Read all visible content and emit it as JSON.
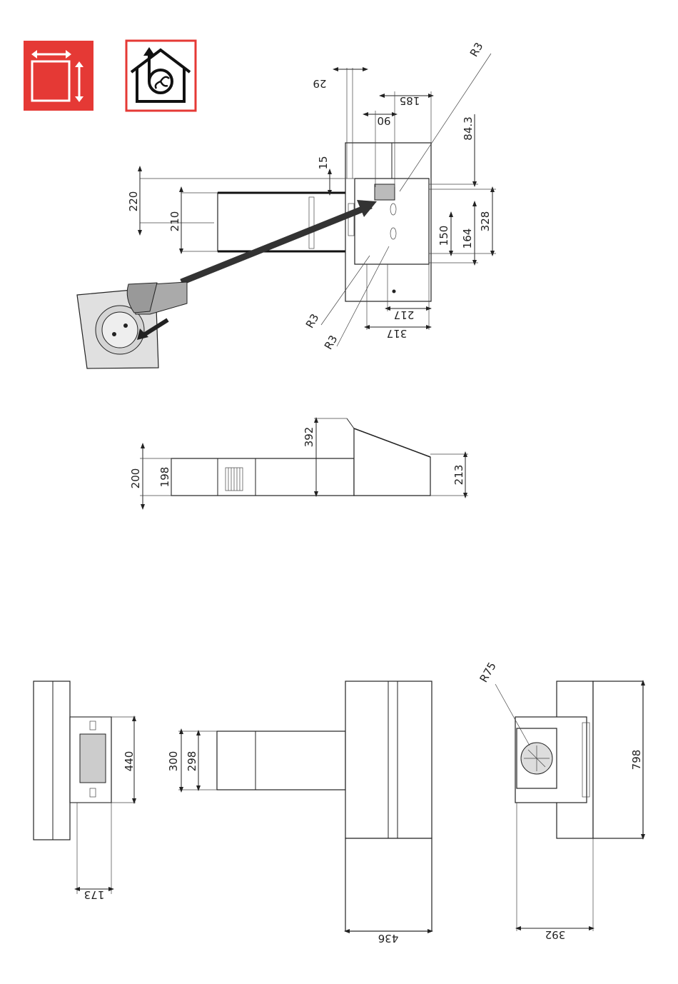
{
  "icons": {
    "dimensions_icon": {
      "name": "dimensions-icon",
      "bg": "#e53935"
    },
    "extraction_icon": {
      "name": "ducted-extraction-house-icon",
      "border": "#e53935"
    }
  },
  "top_view": {
    "d29": "29",
    "d185": "185",
    "d90": "90",
    "d84_3": "84.3",
    "d15": "15",
    "d220": "220",
    "d210": "210",
    "d328": "328",
    "d150": "150",
    "d164": "164",
    "d217": "217",
    "d317": "317",
    "r3_top": "R3",
    "r3_left": "R3",
    "r3_bottom": "R3"
  },
  "side_view": {
    "d392": "392",
    "d200": "200",
    "d198": "198",
    "d213": "213"
  },
  "bottom_views": {
    "d440": "440",
    "d173": "173",
    "d300": "300",
    "d298": "298",
    "d436": "436",
    "r75": "R75",
    "d798": "798",
    "d392": "392"
  },
  "colors": {
    "accent": "#e53935",
    "line": "#222222",
    "panel": "#e0e0e0"
  }
}
